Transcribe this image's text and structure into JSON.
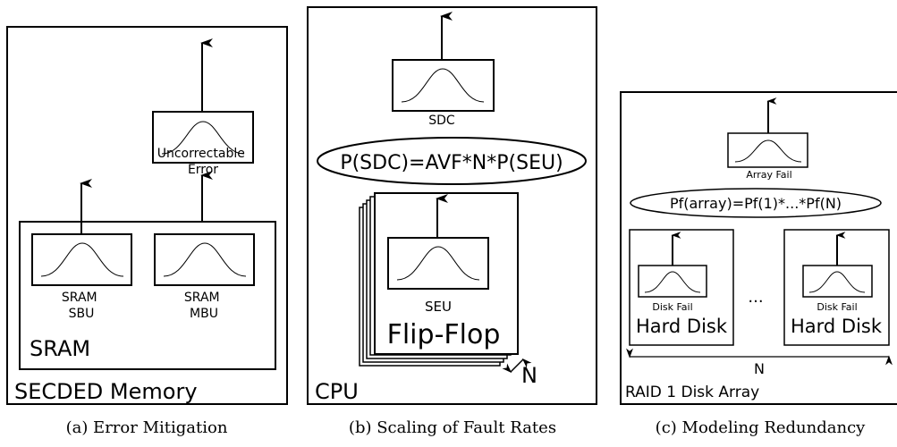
{
  "panel_a": {
    "top_dist_label": [
      "Uncorrectable",
      "Error"
    ],
    "sbu_label": [
      "SRAM",
      "SBU"
    ],
    "mbu_label": [
      "SRAM",
      "MBU"
    ],
    "inner_box_label": "SRAM",
    "outer_box_label": "SECDED Memory",
    "caption": "(a) Error Mitigation"
  },
  "panel_b": {
    "top_dist_label": "SDC",
    "equation": "P(SDC)=AVF*N*P(SEU)",
    "seu_label": "SEU",
    "flipflop_label": "Flip-Flop",
    "count_label": "N",
    "outer_box_label": "CPU",
    "caption": "(b) Scaling of Fault Rates"
  },
  "panel_c": {
    "top_dist_label": "Array Fail",
    "equation": "Pf(array)=Pf(1)*...*Pf(N)",
    "disk_fail_label": "Disk Fail",
    "hard_disk_label": "Hard Disk",
    "ellipsis": "...",
    "count_label": "N",
    "outer_box_label": "RAID 1 Disk Array",
    "caption": "(c) Modeling Redundancy"
  },
  "icons": {
    "distribution": "bell-curve-icon",
    "arrow": "up-arrow-icon"
  }
}
